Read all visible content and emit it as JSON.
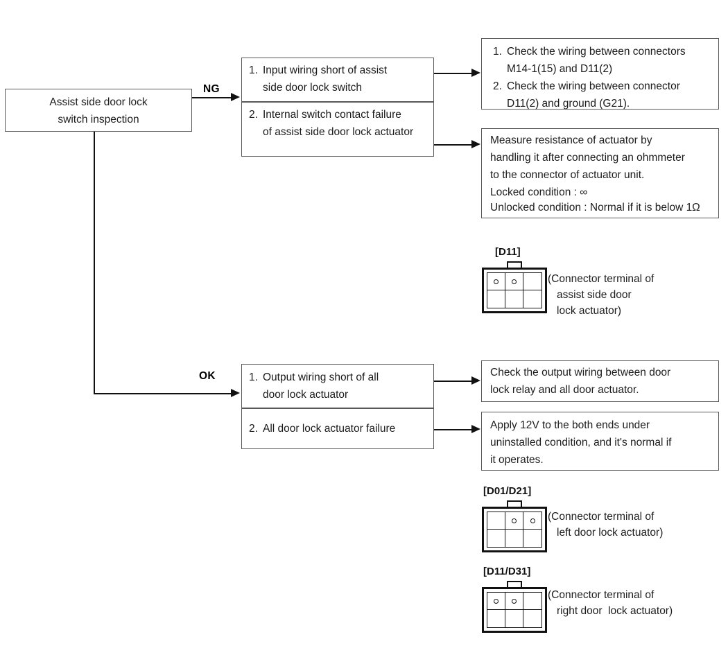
{
  "diagram": {
    "title": "Assist side door lock switch inspection troubleshooting flow",
    "start_box": {
      "line1": "Assist side door lock",
      "line2": "switch inspection"
    },
    "edge_labels": {
      "ng": "NG",
      "ok": "OK"
    },
    "ng_causes": [
      {
        "num": "1.",
        "line1": "Input wiring short of assist",
        "line2": "side door lock switch"
      },
      {
        "num": "2.",
        "line1": "Internal switch contact failure",
        "line2": "of assist side door lock actuator"
      }
    ],
    "ng_actions": {
      "check_wiring": [
        {
          "num": "1.",
          "line1": "Check the wiring between connectors",
          "line2": "M14-1(15) and D11(2)"
        },
        {
          "num": "2.",
          "line1": "Check the wiring between connector",
          "line2": "D11(2) and ground (G21)."
        }
      ],
      "measure_resistance": [
        "Measure resistance of actuator by",
        "handling it after connecting an ohmmeter",
        "to the connector of actuator unit.",
        "Locked condition : ∞",
        "Unlocked condition : Normal if it is below 1Ω"
      ]
    },
    "ok_causes": [
      {
        "num": "1.",
        "line1": "Output wiring short of all",
        "line2": "door lock actuator"
      },
      {
        "num": "2.",
        "line1": "All door lock actuator failure",
        "line2": ""
      }
    ],
    "ok_actions": {
      "check_output_wiring": [
        "Check the output wiring between door",
        "lock relay and all door actuator."
      ],
      "apply_12v": [
        "Apply 12V to the both ends under",
        "uninstalled condition, and it's normal if",
        "it operates."
      ]
    },
    "connectors": [
      {
        "label": "[D11]",
        "pins": [
          true,
          true,
          false,
          false,
          false,
          false
        ],
        "desc_lines": [
          "(Connector terminal of",
          "assist side door",
          "lock actuator)"
        ]
      },
      {
        "label": "[D01/D21]",
        "pins": [
          false,
          true,
          true,
          false,
          false,
          false
        ],
        "desc_lines": [
          "(Connector terminal of",
          "left door lock actuator)"
        ]
      },
      {
        "label": "[D11/D31]",
        "pins": [
          true,
          true,
          false,
          false,
          false,
          false
        ],
        "desc_lines": [
          "(Connector terminal of",
          "right door  lock actuator)"
        ]
      }
    ],
    "colors": {
      "line": "#111111",
      "box_border": "#58585a",
      "text": "#1d1d1d",
      "background": "#ffffff"
    }
  }
}
